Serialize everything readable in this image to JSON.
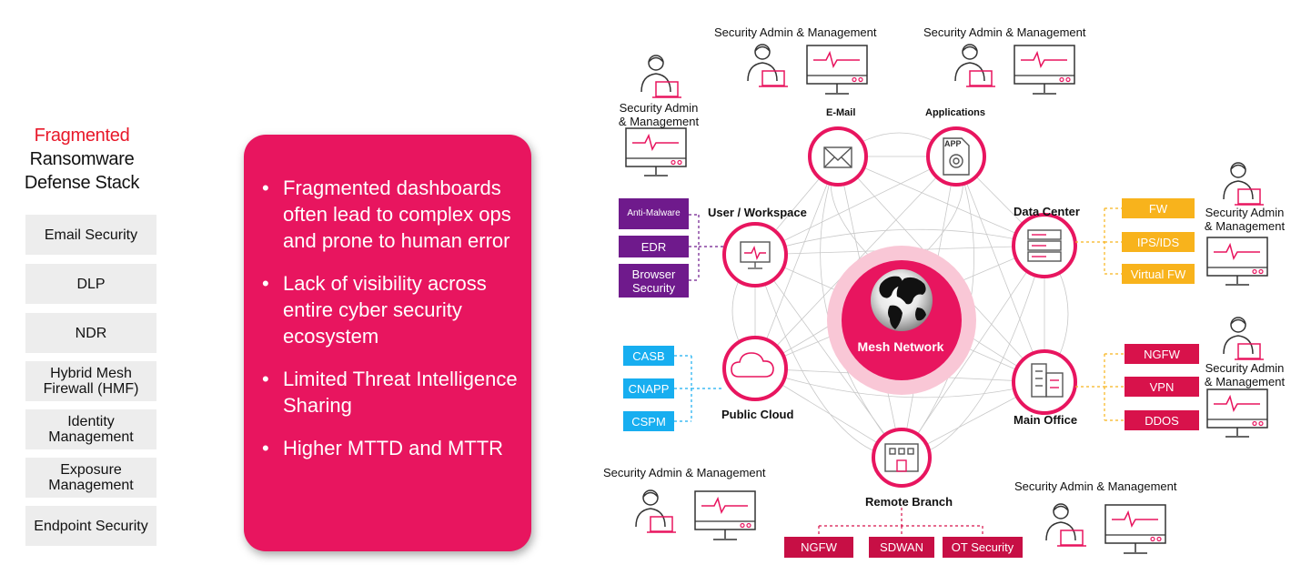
{
  "left_panel": {
    "title_highlight": "Fragmented",
    "title_line2": "Ransomware",
    "title_line3": "Defense Stack",
    "items": [
      "Email Security",
      "DLP",
      "NDR",
      "Hybrid Mesh Firewall (HMF)",
      "Identity Management",
      "Exposure Management",
      "Endpoint Security"
    ]
  },
  "card": {
    "bullets": [
      "Fragmented dashboards often lead to complex ops and prone to human error",
      "Lack of  visibility across entire cyber security ecosystem",
      "Limited Threat Intelligence Sharing",
      "Higher MTTD and MTTR"
    ]
  },
  "diagram": {
    "center": "Mesh Network",
    "admin_label": "Security Admin & Management",
    "admin_label_line1": "Security Admin",
    "admin_label_line2": "& Management",
    "nodes": {
      "email": "E-Mail",
      "applications": "Applications",
      "app_badge": "APP",
      "user_workspace": "User / Workspace",
      "data_center": "Data Center",
      "public_cloud": "Public Cloud",
      "main_office": "Main Office",
      "remote_branch": "Remote Branch"
    },
    "user_tags": [
      "Anti-Malware",
      "EDR",
      "Browser Security"
    ],
    "cloud_tags": [
      "CASB",
      "CNAPP",
      "CSPM"
    ],
    "datacenter_tags": [
      "FW",
      "IPS/IDS",
      "Virtual FW"
    ],
    "office_tags": [
      "NGFW",
      "VPN",
      "DDOS"
    ],
    "branch_tags": [
      "NGFW",
      "SDWAN",
      "OT Security"
    ],
    "colors": {
      "pink": "#e8155f",
      "purple": "#6f1a8c",
      "cyan": "#17aef0",
      "orange": "#f8b31c",
      "crimson": "#d8124b",
      "red_text": "#e8182a"
    }
  }
}
